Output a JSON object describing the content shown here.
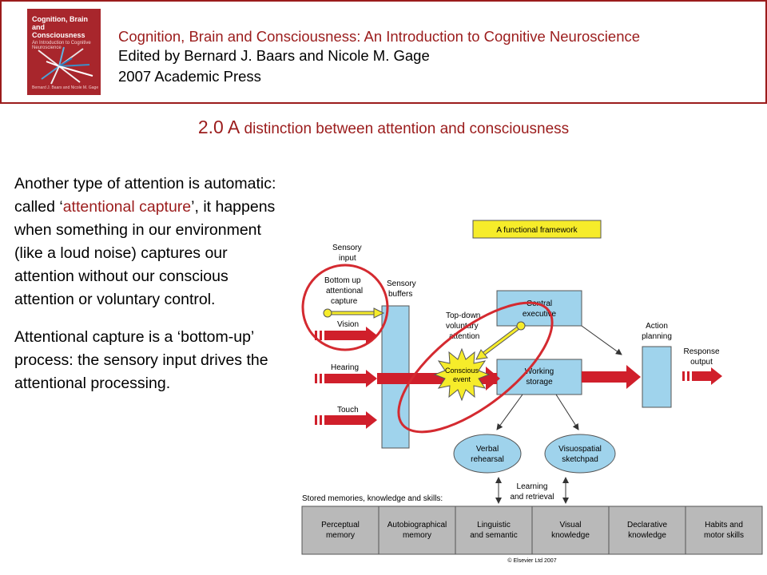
{
  "header": {
    "book_cover": {
      "title": "Cognition, Brain and Consciousness",
      "subtitle": "An Introduction to Cognitive Neuroscience",
      "authors": "Bernard J. Baars and Nicole M. Gage"
    },
    "line1": "Cognition, Brain and Consciousness: An Introduction to Cognitive Neuroscience",
    "line2": "Edited by Bernard J. Baars and Nicole M. Gage",
    "line3": "2007 Academic Press"
  },
  "slide": {
    "title_prefix": "2.0 A",
    "title_rest": " distinction between attention and consciousness"
  },
  "text": {
    "p1_before": "Another type of attention is automatic: called ‘",
    "p1_highlight": "attentional capture",
    "p1_after": "’, it happens when something in our environment (like a loud noise) captures our attention without our conscious attention or voluntary control.",
    "p2": "Attentional capture is a ‘bottom-up’ process: the sensory input drives the attentional processing."
  },
  "figure": {
    "title": "A functional framework",
    "sensory_input": [
      "Sensory",
      "input"
    ],
    "bottom_up": [
      "Bottom up",
      "attentional",
      "capture"
    ],
    "sensory_buffers": [
      "Sensory",
      "buffers"
    ],
    "vision": "Vision",
    "hearing": "Hearing",
    "touch": "Touch",
    "top_down": [
      "Top-down",
      "voluntary",
      "attention"
    ],
    "central_executive": [
      "Central",
      "executive"
    ],
    "conscious_event": [
      "Conscious",
      "event"
    ],
    "working_storage": [
      "Working",
      "storage"
    ],
    "action_planning": [
      "Action",
      "planning"
    ],
    "response_output": [
      "Response",
      "output"
    ],
    "verbal_rehearsal": [
      "Verbal",
      "rehearsal"
    ],
    "visuospatial_sketchpad": [
      "Visuospatial",
      "sketchpad"
    ],
    "learning_retrieval": [
      "Learning",
      "and retrieval"
    ],
    "stored_memories": "Stored memories, knowledge and skills:",
    "memory_boxes": [
      [
        "Perceptual",
        "memory"
      ],
      [
        "Autobiographical",
        "memory"
      ],
      [
        "Linguistic",
        "and semantic"
      ],
      [
        "Visual",
        "knowledge"
      ],
      [
        "Declarative",
        "knowledge"
      ],
      [
        "Habits and",
        "motor skills"
      ]
    ],
    "copyright": "© Elsevier Ltd 2007",
    "colors": {
      "box_blue": "#9fd3ec",
      "arrow_red": "#d01f2b",
      "circle_red": "#d42a30",
      "yellow": "#f6ec2a",
      "memory_gray": "#b9b9b9"
    }
  }
}
